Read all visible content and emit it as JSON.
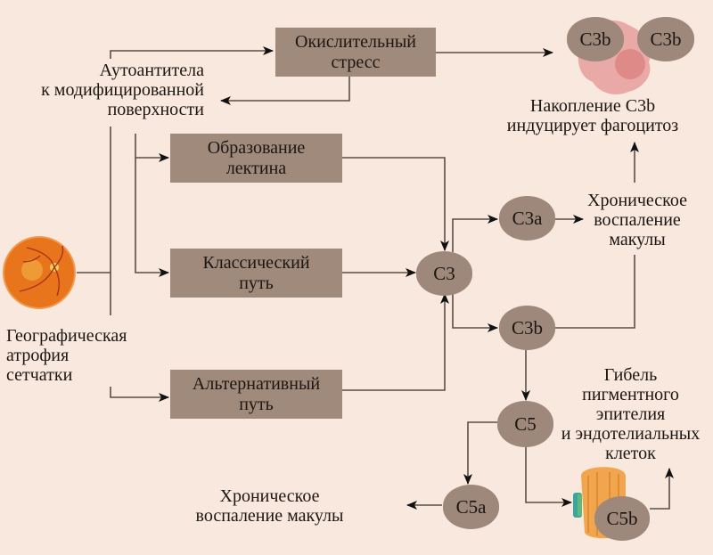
{
  "diagram": {
    "title": "Complement cascade in geographic atrophy",
    "colors": {
      "background": "#f9e8de",
      "box_fill": "#a08a7c",
      "node_fill": "#9e887b",
      "line": "#5a4d45",
      "arrow": "#111111",
      "eye_orange": "#e8741c",
      "cell_pink": "#e9a9a6",
      "mac_orange": "#f0a54e"
    },
    "labels": {
      "autoantibodies": "Аутоантитела\nк модифицированной\nповерхности",
      "geo_atrophy": "Географическая\nатрофия\nсетчатки",
      "c3b_accumulation": "Накопление С3b\nиндуцирует фагоцитоз",
      "chronic_inflammation_right": "Хроническое\nвоспаление\nмакулы",
      "cell_death": "Гибель\nпигментного\nэпителия\nи эндотелиальных\nклеток",
      "chronic_inflammation_bottom": "Хроническое\nвоспаление макулы"
    },
    "boxes": {
      "oxidative_stress": "Окислительный\nстресс",
      "lectin": "Образование\nлектина",
      "classical": "Классический\nпуть",
      "alternative": "Альтернативный\nпуть"
    },
    "nodes": {
      "c3": "С3",
      "c3a": "С3a",
      "c3b": "С3b",
      "c5": "С5",
      "c5a": "С5a",
      "c5b": "С5b",
      "c3b_cell_left": "С3b",
      "c3b_cell_right": "С3b"
    },
    "icons": {
      "eye": "retina-fundus-icon",
      "cell": "phagocyte-cell-icon",
      "mac": "membrane-attack-complex-icon"
    }
  }
}
